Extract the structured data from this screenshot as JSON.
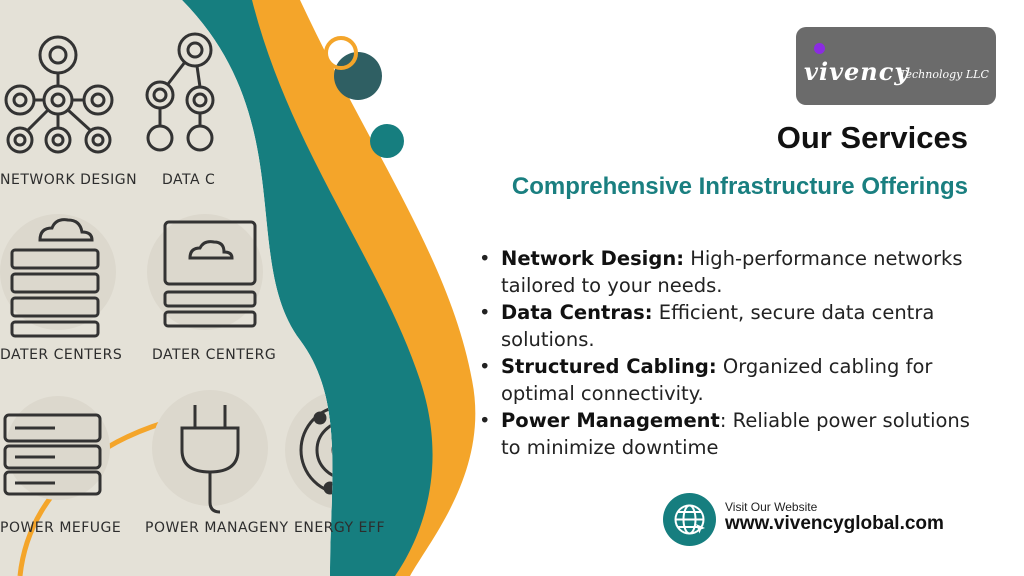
{
  "colors": {
    "teal": "#167e7f",
    "orange": "#f4a52a",
    "beige": "#e4e1d7",
    "logo_bg": "#6b6b6b",
    "logo_dot": "#8b2be2",
    "subtitle": "#1a7f80"
  },
  "illustration": {
    "captions": [
      "NETWORK DESIGN",
      "DATA C",
      "DATER CENTERS",
      "DATER CENTERG",
      "POWER MEFUGE",
      "POWER MANAGENY",
      "ENERGY EFF"
    ],
    "icons": [
      "network-icon",
      "network-icon",
      "server-cloud-icon",
      "monitor-cloud-icon",
      "server-rack-icon",
      "power-plug-icon",
      "energy-orbit-icon"
    ]
  },
  "logo": {
    "name": "vivency",
    "suffix": "Technology LLC"
  },
  "header": {
    "title": "Our Services",
    "subtitle": "Comprehensive Infrastructure Offerings"
  },
  "services": [
    {
      "bullet": "•",
      "term": "Network Design:",
      "desc": " High-performance networks tailored to your needs."
    },
    {
      "bullet": "•",
      "term": "Data Centras:",
      "desc": " Efficient, secure data centra solutions."
    },
    {
      "bullet": "•",
      "term": "Structured Cabling:",
      "desc": " Organized cabling for optimal connectivity."
    },
    {
      "bullet": "•",
      "term": "Power Management",
      "desc": ": Reliable power solutions to minimize downtime"
    }
  ],
  "website": {
    "label": "Visit Our Website",
    "url": "www.vivencyglobal.com",
    "icon": "globe-icon"
  }
}
